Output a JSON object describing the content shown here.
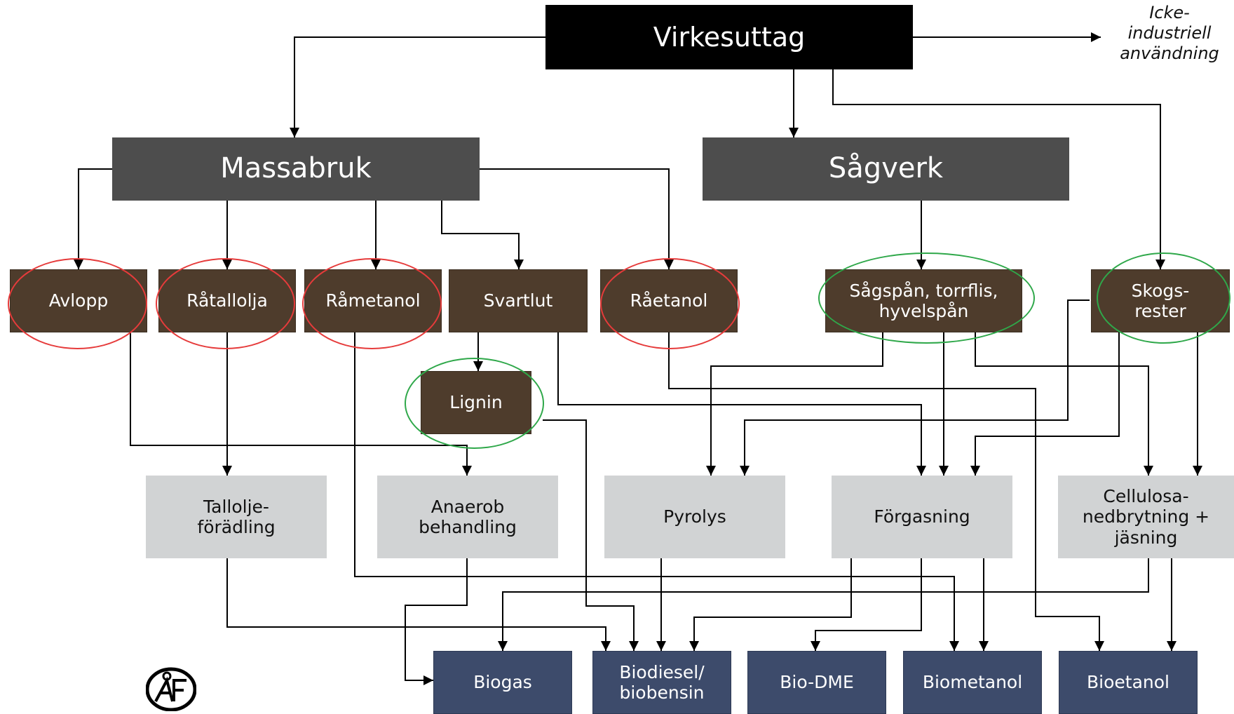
{
  "title": "Virkesuttag",
  "note": "Icke-\nindustriell\nanvändning",
  "level1": {
    "massabruk": "Massabruk",
    "sagverk": "Sågverk"
  },
  "resources": {
    "avlopp": "Avlopp",
    "ratallolja": "Råtallolja",
    "rametanol": "Råmetanol",
    "svartlut": "Svartlut",
    "raetanol": "Råetanol",
    "sagspan": "Sågspån, torrflis,\nhyvelspån",
    "skogsrester": "Skogs-\nrester",
    "lignin": "Lignin"
  },
  "processes": {
    "tallolje": "Tallolje-\nförädling",
    "anaerob": "Anaerob\nbehandling",
    "pyrolys": "Pyrolys",
    "forgasning": "Förgasning",
    "cellulosa": "Cellulosa-\nnedbrytning +\njäsning"
  },
  "products": {
    "biogas": "Biogas",
    "biodiesel": "Biodiesel/\nbiobensin",
    "biodme": "Bio-DME",
    "biometanol": "Biometanol",
    "bioetanol": "Bioetanol"
  },
  "colors": {
    "top": "#000000",
    "level1": "#4d4d4d",
    "resource": "#4e3c2c",
    "process": "#d1d3d4",
    "product": "#3d4b6b",
    "ring_red": "#e63b3b",
    "ring_green": "#2fa84a"
  },
  "logo": "af-logo"
}
